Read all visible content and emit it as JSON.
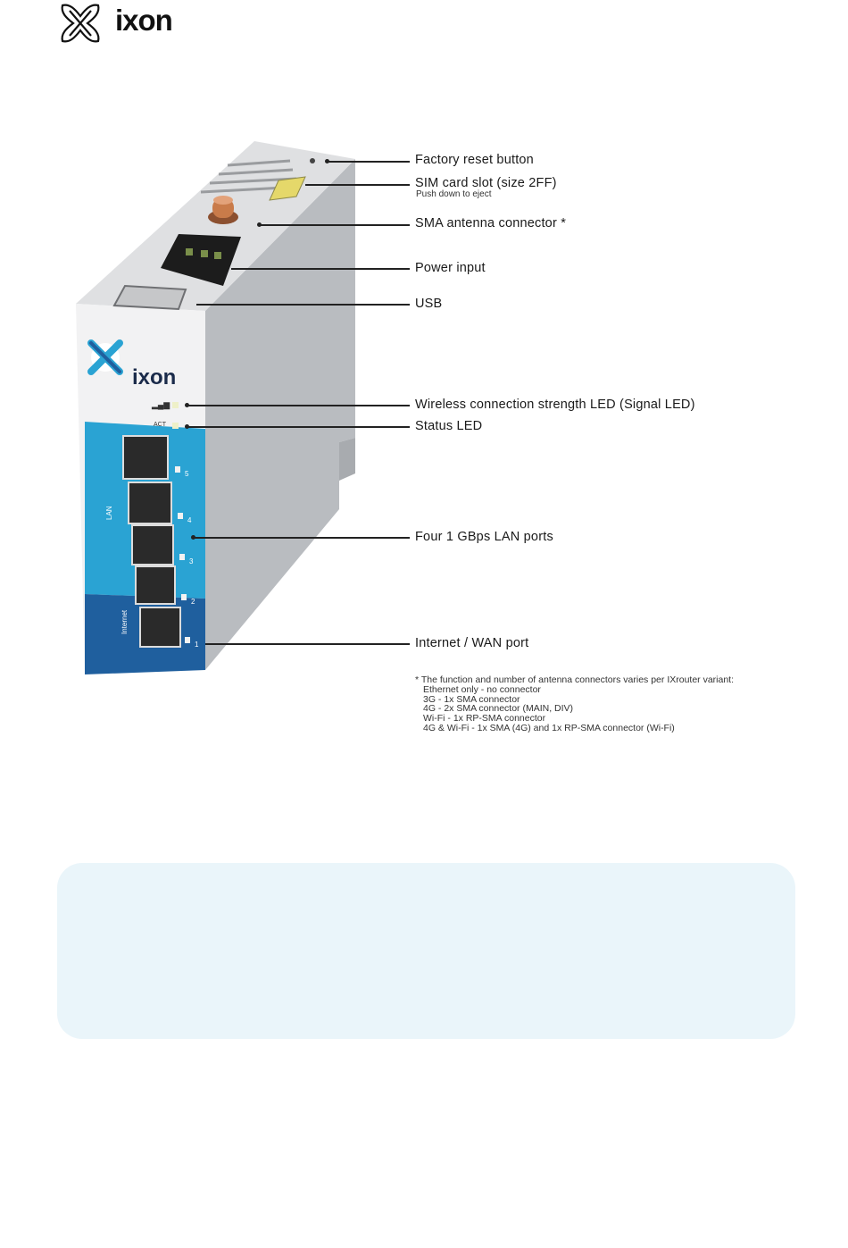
{
  "brand": {
    "logo_text": "ixon",
    "device_logo_text": "ixon"
  },
  "device": {
    "led_labels": {
      "signal": "▂▄▆",
      "act": "ACT"
    },
    "lan_label": "LAN",
    "internet_label": "Internet",
    "port_numbers": [
      "5",
      "4",
      "3",
      "2",
      "1"
    ],
    "colors": {
      "body": "#e6e7e9",
      "lan_panel": "#2aa3d3",
      "wan_panel": "#1f5f9e",
      "antenna": "#c97b4a"
    }
  },
  "callouts": [
    {
      "label": "Factory reset button"
    },
    {
      "label": "SIM card slot (size 2FF)",
      "sublabel": "Push down to eject"
    },
    {
      "label": "SMA antenna connector *"
    },
    {
      "label": "Power input"
    },
    {
      "label": "USB"
    },
    {
      "label": "Wireless connection strength LED (Signal LED)"
    },
    {
      "label": "Status LED"
    },
    {
      "label": "Four 1 GBps LAN ports"
    },
    {
      "label": "Internet / WAN port"
    }
  ],
  "footnote": {
    "title": "* The function and number of antenna connectors varies per IXrouter variant:",
    "items": [
      "Ethernet only - no connector",
      "3G - 1x SMA connector",
      "4G - 2x SMA connector (MAIN, DIV)",
      "Wi-Fi - 1x RP-SMA connector",
      "4G & Wi-Fi - 1x SMA (4G) and 1x RP-SMA connector (Wi-Fi)"
    ]
  },
  "info_box": {
    "text": ""
  }
}
